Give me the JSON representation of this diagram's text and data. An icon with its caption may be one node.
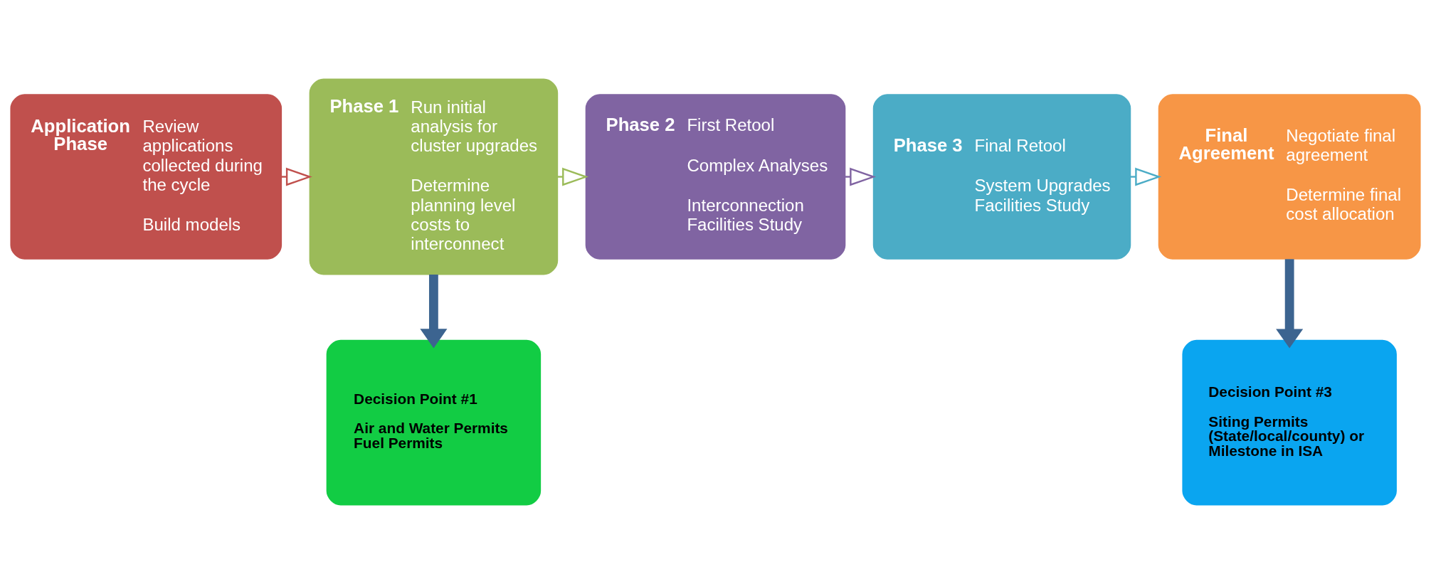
{
  "diagram": {
    "nodes": [
      {
        "text": [
          "Application Phase",
          "Review applications collected during the cycle",
          "Build models"
        ]
      },
      {
        "text": [
          "Phase 1",
          "Run initial analysis for cluster upgrades",
          "Determine planning level costs to interconnect"
        ]
      },
      {
        "text": [
          "Phase 2",
          "First Retool",
          "Complex Analyses",
          "Interconnection Facilities Study"
        ]
      },
      {
        "text": [
          "Phase 3",
          "Final Retool",
          "System Upgrades Facilities Study"
        ]
      },
      {
        "text": [
          "Final Agreement",
          "Negotiate final agreement",
          "Determine final cost allocation"
        ]
      },
      {
        "text": [
          "Decision Point #1",
          "Air and Water Permits Fuel Permits"
        ]
      },
      {
        "text": [
          "Decision Point #3",
          "Siting Permits (State/local/county) or Milestone in ISA"
        ]
      }
    ],
    "edges": [
      {
        "from": 0,
        "to": 1,
        "arrow": "to",
        "color": "#c0504d"
      },
      {
        "from": 1,
        "to": 2,
        "arrow": "to",
        "color": "#9bbb59"
      },
      {
        "from": 2,
        "to": 3,
        "arrow": "to",
        "color": "#8064a2"
      },
      {
        "from": 3,
        "to": 4,
        "arrow": "to",
        "color": "#4bacc6"
      },
      {
        "from": 1,
        "to": 5,
        "arrow": "to",
        "style": "thick",
        "color": "#3c6490"
      },
      {
        "from": 4,
        "to": 6,
        "arrow": "to",
        "style": "thick",
        "color": "#3c6490"
      }
    ]
  }
}
